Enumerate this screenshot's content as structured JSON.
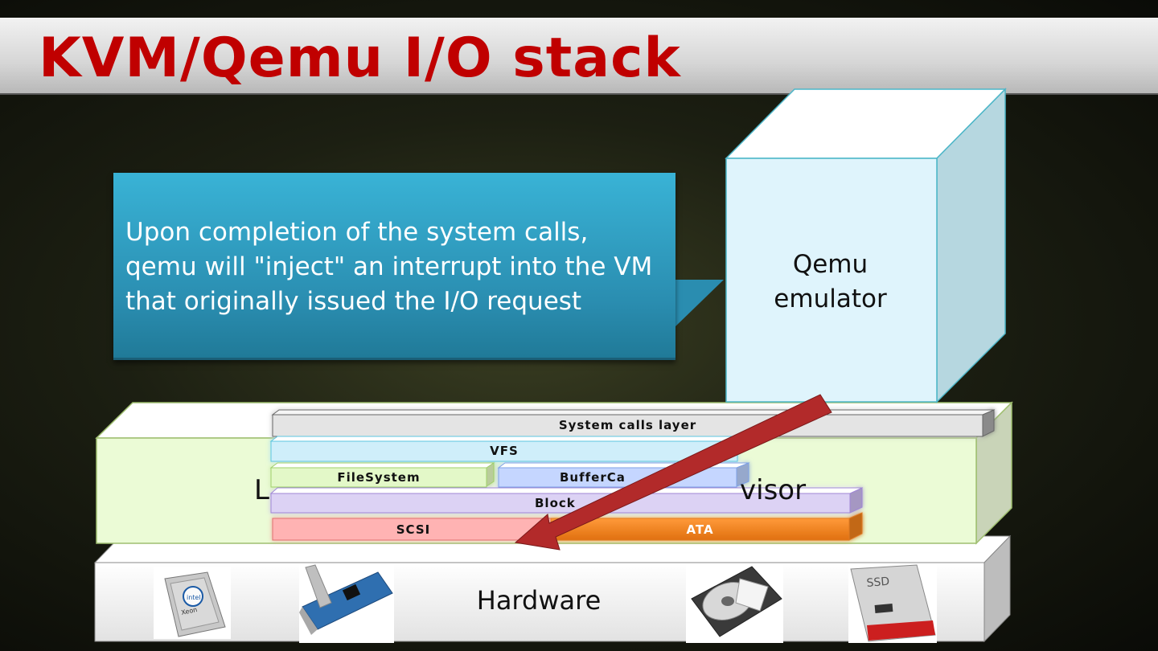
{
  "slide": {
    "title": "KVM/Qemu I/O stack"
  },
  "callout": {
    "lines": [
      "Upon completion of the system calls,",
      "qemu will \"inject\" an interrupt into the VM",
      "that originally issued the I/O request"
    ]
  },
  "qemu_box": {
    "lines": [
      "Qemu",
      "emulator"
    ]
  },
  "linux_box": {
    "label_start": "L",
    "label_end": "visor"
  },
  "layers": {
    "syscalls": "System calls layer",
    "vfs": "VFS",
    "filesystem": "FileSystem",
    "buffercache": "BufferCa",
    "block": "Block",
    "scsi": "SCSI",
    "ata": "ATA"
  },
  "hardware": {
    "label": "Hardware",
    "icons": [
      "cpu-icon",
      "network-card-icon",
      "hard-disk-icon",
      "ssd-icon"
    ]
  },
  "colors": {
    "title": "#c00000",
    "callout": "#2a8db0",
    "qemu_box": "#dff4fc",
    "linux_box": "#ebfbd6",
    "arrow": "#b22a2a",
    "scsi": "#ffb3b3",
    "ata": "#f07d1c"
  }
}
